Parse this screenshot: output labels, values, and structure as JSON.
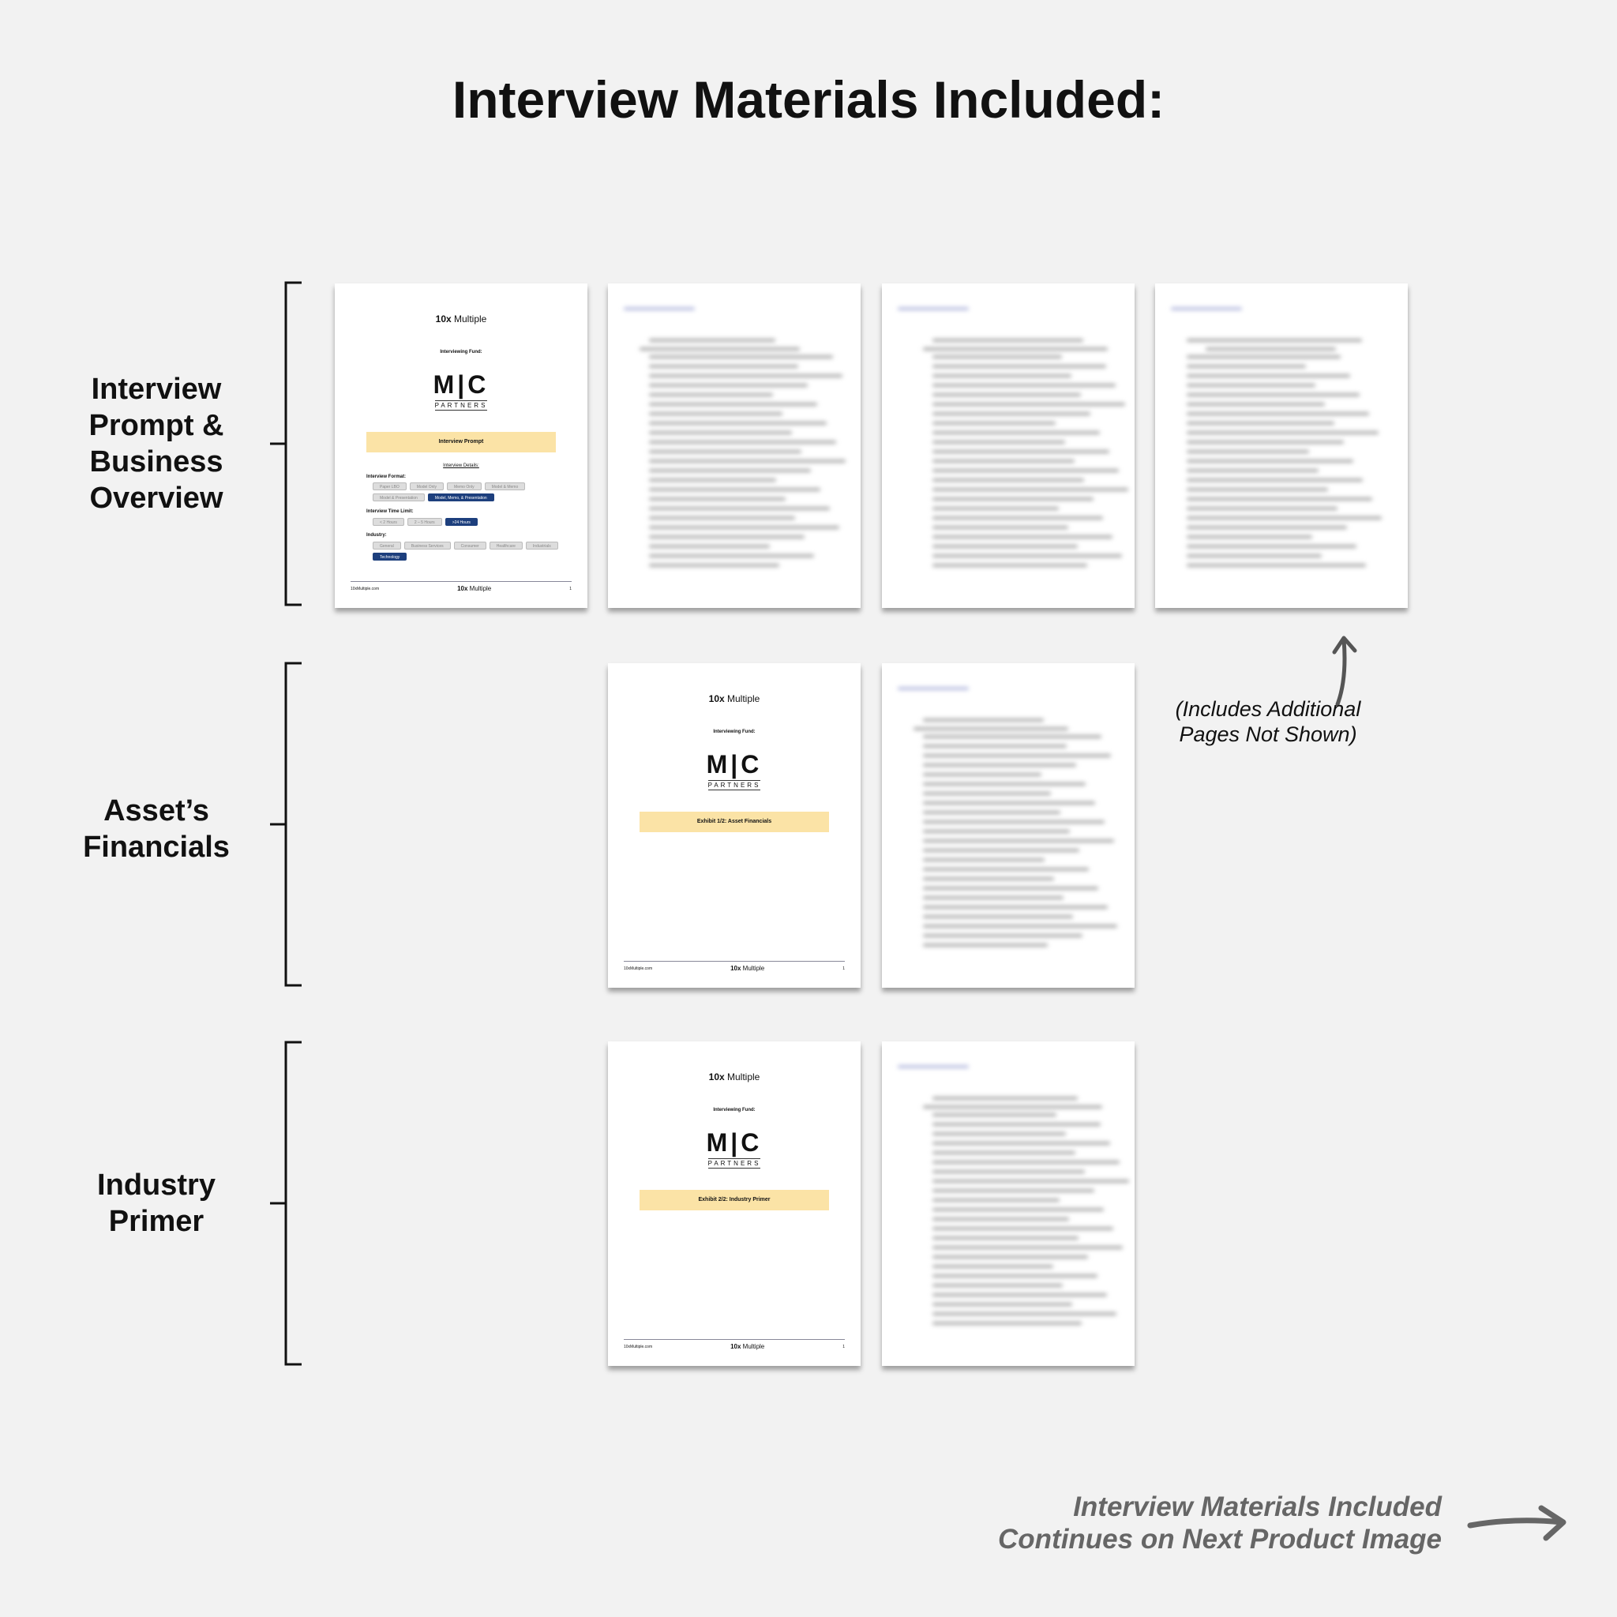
{
  "title": "Interview Materials Included:",
  "sections": [
    {
      "label": "Interview Prompt & Business Overview"
    },
    {
      "label": "Asset’s Financials"
    },
    {
      "label": "Industry Primer"
    }
  ],
  "cover": {
    "brand_bold": "10x",
    "brand_rest": " Multiple",
    "fund_label": "Interviewing Fund:",
    "logo_mc": "M|C",
    "logo_partners": "PARTNERS",
    "footer_site": "10xMultiple.com",
    "footer_page": "1"
  },
  "prompt_page": {
    "banner": "Interview Prompt",
    "details_heading": "Interview Details:",
    "format_label": "Interview Format:",
    "format_options": [
      "Paper LBO",
      "Model Only",
      "Memo Only",
      "Model & Memo",
      "Model & Presentation",
      "Model, Memo, & Presentation"
    ],
    "format_selected": "Model, Memo, & Presentation",
    "time_label": "Interview Time Limit:",
    "time_options": [
      "< 2 Hours",
      "2 – 5 Hours",
      ">24 Hours"
    ],
    "time_selected": ">24 Hours",
    "industry_label": "Industry:",
    "industry_options": [
      "General",
      "Business Services",
      "Consumer",
      "Healthcare",
      "Industrials",
      "Technology"
    ],
    "industry_selected": "Technology"
  },
  "financials_banner": "Exhibit 1/2: Asset Financials",
  "primer_banner": "Exhibit 2/2: Industry Primer",
  "note": "(Includes Additional Pages Not Shown)",
  "continues": [
    "Interview Materials Included",
    "Continues on Next Product Image"
  ]
}
